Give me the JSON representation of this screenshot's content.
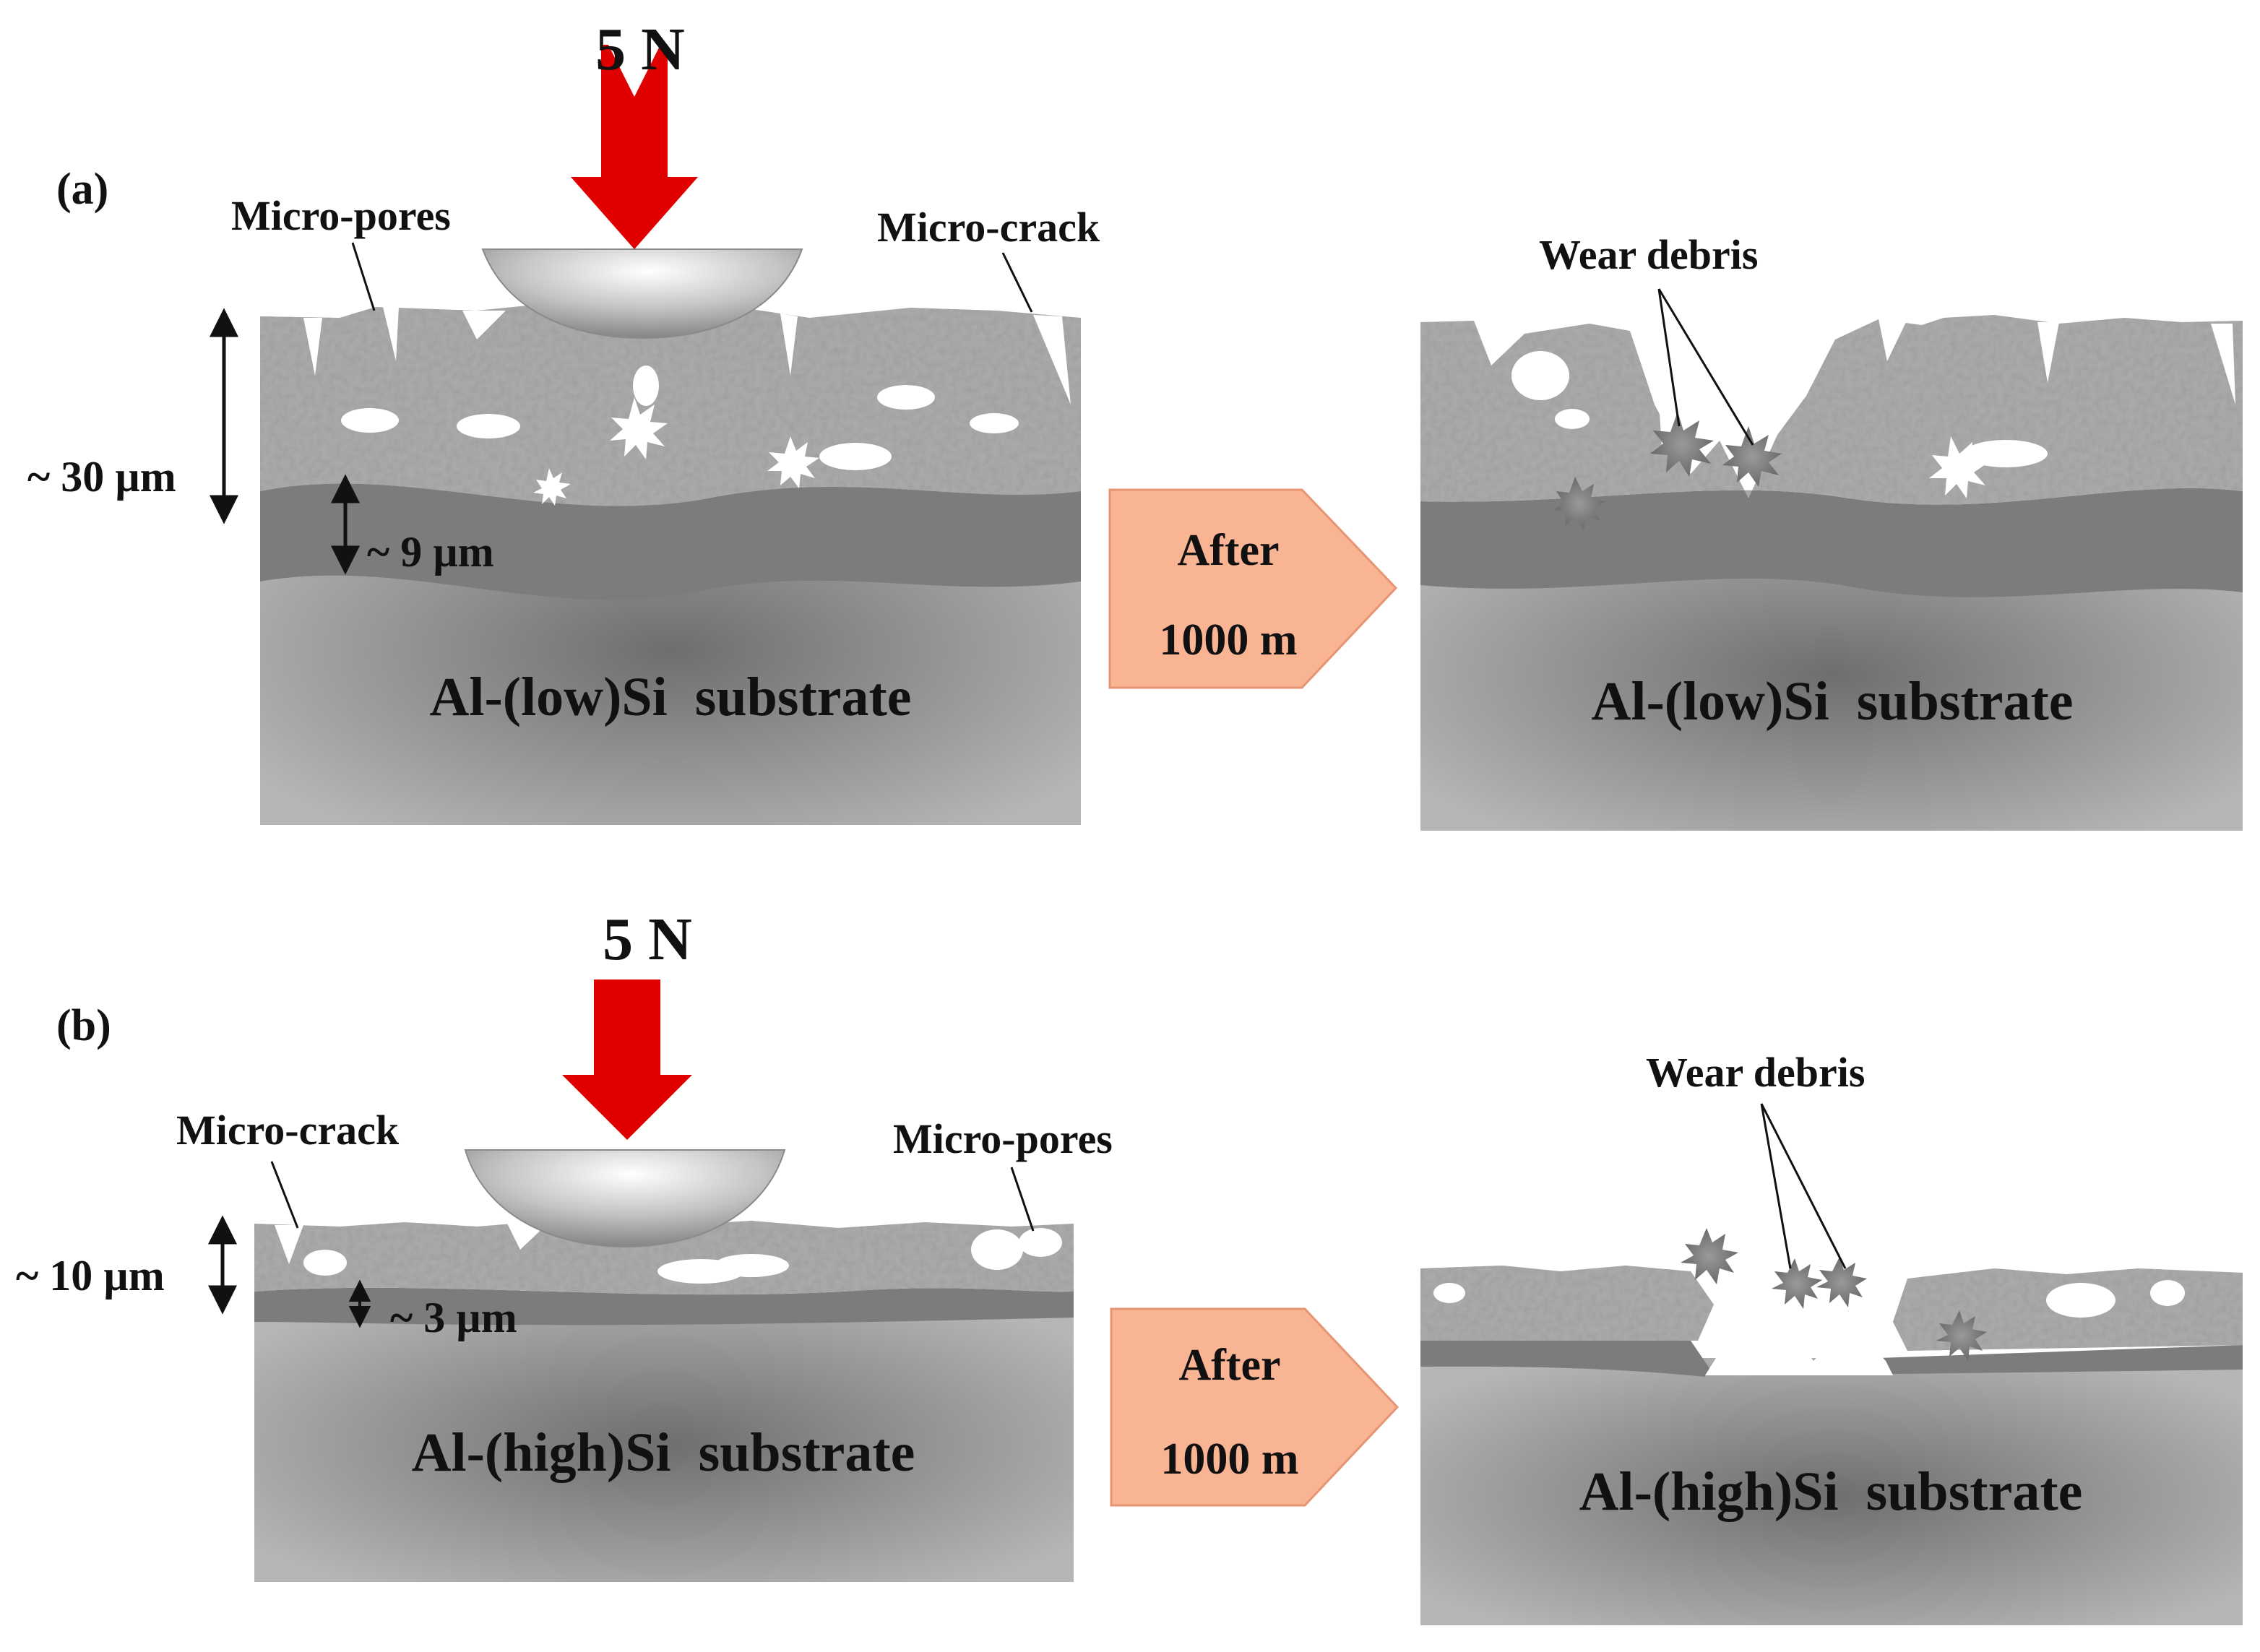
{
  "panel_a": {
    "panel_label": "(a)",
    "load": "5 N",
    "label_pores": "Micro-pores",
    "label_crack": "Micro-crack",
    "coating_thickness": "~ 30 µm",
    "interlayer_thickness": "~ 9 µm",
    "substrate_before": "Al-(low)Si  substrate",
    "after_line1": "After",
    "after_line2": "1000 m",
    "debris_label": "Wear debris",
    "substrate_after": "Al-(low)Si  substrate"
  },
  "panel_b": {
    "panel_label": "(b)",
    "load": "5 N",
    "label_crack": "Micro-crack",
    "label_pores": "Micro-pores",
    "coating_thickness": "~ 10 µm",
    "interlayer_thickness": "~ 3 µm",
    "substrate_before": "Al-(high)Si  substrate",
    "after_line1": "After",
    "after_line2": "1000 m",
    "debris_label": "Wear debris",
    "substrate_after": "Al-(high)Si  substrate"
  },
  "colors": {
    "load_arrow": "#e00000",
    "process_arrow": "#f9b494",
    "coating": "#a7a7a7",
    "interlayer": "#7c7c7c",
    "substrate": "#9a9a9a"
  }
}
